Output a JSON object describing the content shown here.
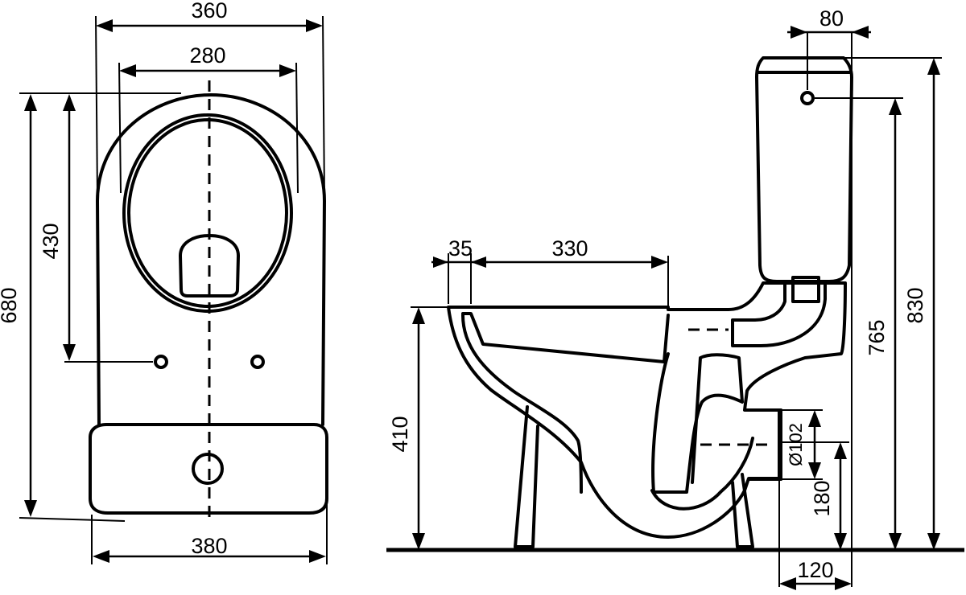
{
  "top_view": {
    "dims": {
      "overall_width": "360",
      "seat_width": "280",
      "overall_length": "680",
      "hole_distance": "430",
      "back_width": "380"
    }
  },
  "side_view": {
    "dims": {
      "rim_thickness": "35",
      "bowl_depth": "330",
      "tank_width": "80",
      "rim_height": "410",
      "tank_height": "830",
      "inlet_height": "765",
      "outlet_diameter": "Ø102",
      "outlet_height": "180",
      "outlet_offset": "120"
    }
  }
}
